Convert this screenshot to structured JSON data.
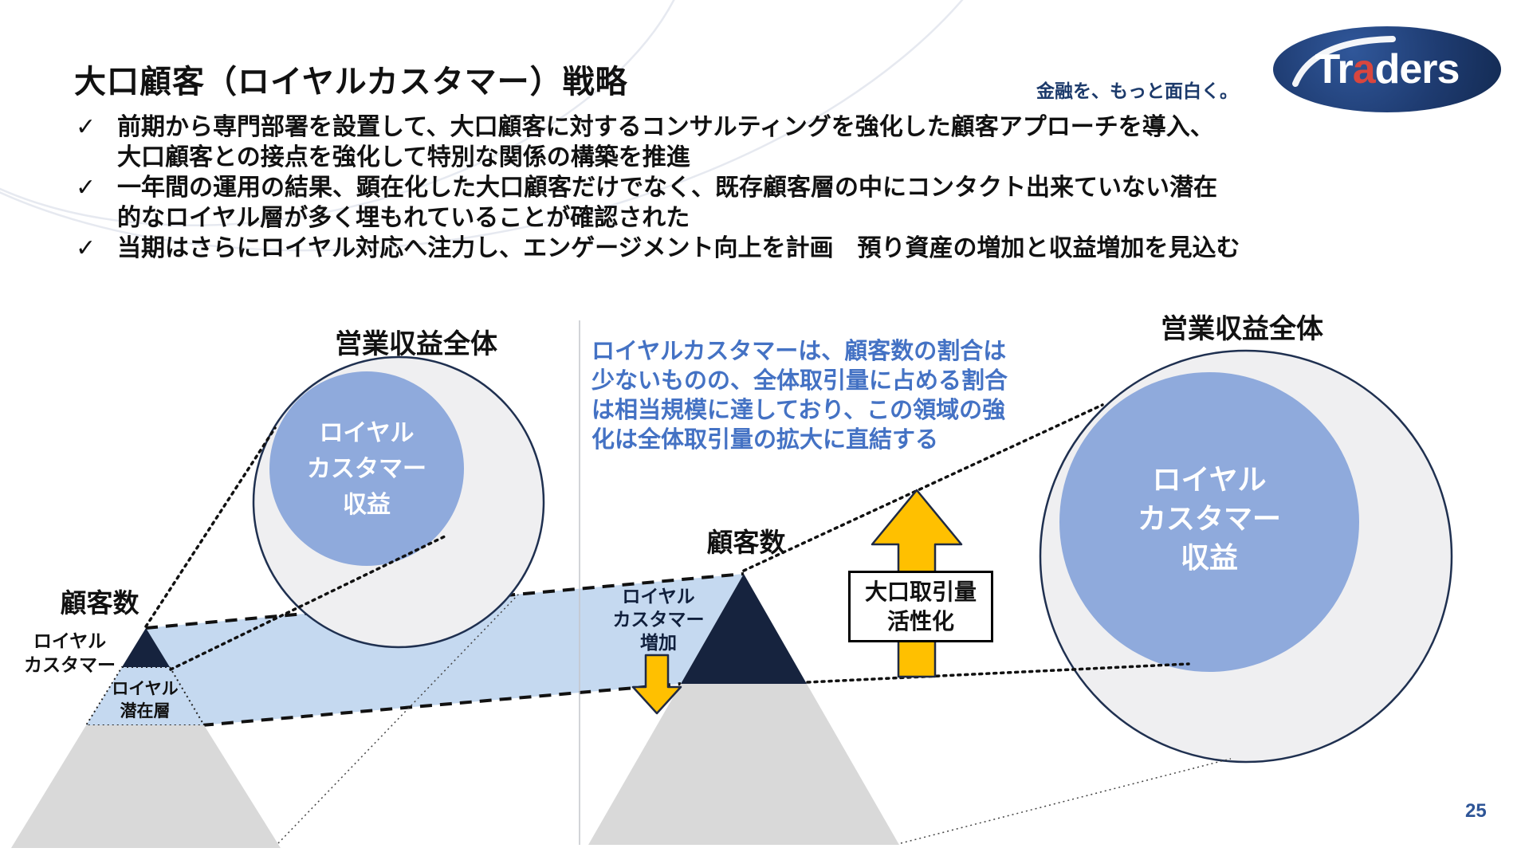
{
  "slide": {
    "title": "大口顧客（ロイヤルカスタマー）戦略",
    "check": "✓",
    "bullets": [
      {
        "lines": [
          "前期から専門部署を設置して、大口顧客に対するコンサルティングを強化した顧客アプローチを導入、",
          "大口顧客との接点を強化して特別な関係の構築を推進"
        ]
      },
      {
        "lines": [
          "一年間の運用の結果、顕在化した大口顧客だけでなく、既存顧客層の中にコンタクト出来ていない潜在",
          "的なロイヤル層が多く埋もれていることが確認された"
        ]
      },
      {
        "lines": [
          "当期はさらにロイヤル対応へ注力し、エンゲージメント向上を計画　預り資産の増加と収益増加を見込む"
        ]
      }
    ],
    "annotation": {
      "lines": [
        "ロイヤルカスタマーは、顧客数の割合は",
        "少ないものの、全体取引量に占める割合",
        "は相当規模に達しており、この領域の強",
        "化は全体取引量の拡大に直結する"
      ]
    },
    "diagram": {
      "left": {
        "revenue_label": "営業収益全体",
        "customer_label": "顧客数",
        "royal_line1": "ロイヤル",
        "royal_line2": "カスタマー",
        "latent_line1": "ロイヤル",
        "latent_line2": "潜在層",
        "circle_line1": "ロイヤル",
        "circle_line2": "カスタマー",
        "circle_line3": "収益"
      },
      "middle": {
        "customer_label": "顧客数",
        "band_line1": "ロイヤル",
        "band_line2": "カスタマー",
        "band_line3": "増加"
      },
      "right": {
        "revenue_label": "営業収益全体",
        "circle_line1": "ロイヤル",
        "circle_line2": "カスタマー",
        "circle_line3": "収益",
        "box_line1": "大口取引量",
        "box_line2": "活性化"
      }
    },
    "branding": {
      "tagline": "金融を、もっと面白く。",
      "logo_part1": "Tr",
      "logo_part2": "a",
      "logo_part3": "ders"
    },
    "page_number": "25",
    "colors": {
      "navy_shape": "#16233E",
      "light_blue_band": "#C5D9F0",
      "blue_circle": "#8FAADC",
      "gray_circle": "#EFEFF1",
      "gray_pyramid": "#D9D9D9",
      "accent_yellow": "#FFC000",
      "annotation_blue": "#4472C4",
      "brand_navy": "#1C3A6B",
      "page_number_blue": "#2E5597"
    }
  }
}
